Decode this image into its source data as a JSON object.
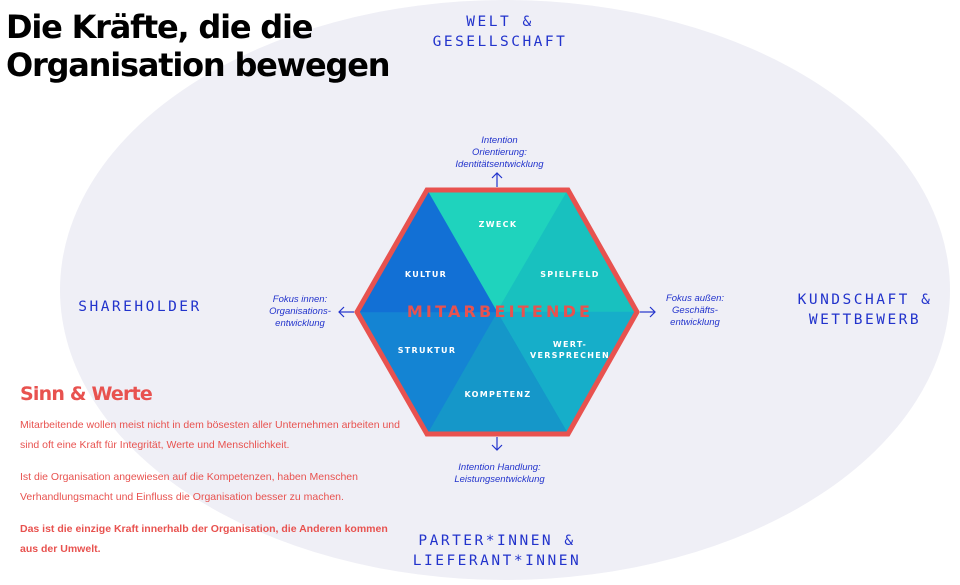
{
  "title": {
    "line1": "Die Kräfte, die die",
    "line2": "Organisation bewegen"
  },
  "outer_labels": {
    "top": [
      "WELT &",
      "GESELLSCHAFT"
    ],
    "left": [
      "SHAREHOLDER"
    ],
    "right": [
      "KUNDSCHAFT &",
      "WETTBEWERB"
    ],
    "bottom": [
      "PARTER*INNEN &",
      "LIEFERANT*INNEN"
    ]
  },
  "annotations": {
    "top": [
      "Intention",
      "Orientierung:",
      "Identitätsentwicklung"
    ],
    "left": [
      "Fokus innen:",
      "Organisations-",
      "entwicklung"
    ],
    "right": [
      "Fokus außen:",
      "Geschäfts-",
      "entwicklung"
    ],
    "bottom": [
      "Intention Handlung:",
      "Leistungsentwicklung"
    ]
  },
  "hexagon": {
    "center": "MITARBEITENDE",
    "segments": {
      "zweck": [
        "ZWECK"
      ],
      "spielfeld": [
        "SPIELFELD"
      ],
      "wertversprechen": [
        "WERT-",
        "VERSPRECHEN"
      ],
      "kompetenz": [
        "KOMPETENZ"
      ],
      "struktur": [
        "STRUKTUR"
      ],
      "kultur": [
        "KULTUR"
      ]
    }
  },
  "sinn": {
    "heading": "Sinn & Werte",
    "p1": "Mitarbeitende wollen meist nicht in dem bösesten aller Unternehmen arbeiten und sind oft eine Kraft für Integrität, Werte und Menschlichkeit.",
    "p2": "Ist die Organisation angewiesen auf die Kompetenzen, haben Menschen Verhandlungsmacht und Einfluss die Organisation besser zu machen.",
    "p3": "Das ist die einzige Kraft innerhalb der Organisation, die Anderen kommen aus der Umwelt."
  },
  "colors": {
    "ellipse": "#efeff6",
    "hex_border": "#e8524f",
    "accent_blue": "#2233cc",
    "accent_red": "#e8524f",
    "seg_zweck": "#1fd3bd",
    "seg_spielfeld": "#18c1bf",
    "seg_wertversprechen": "#16aec9",
    "seg_kompetenz": "#1597c9",
    "seg_struktur": "#1484d3",
    "seg_kultur": "#1270d5"
  }
}
